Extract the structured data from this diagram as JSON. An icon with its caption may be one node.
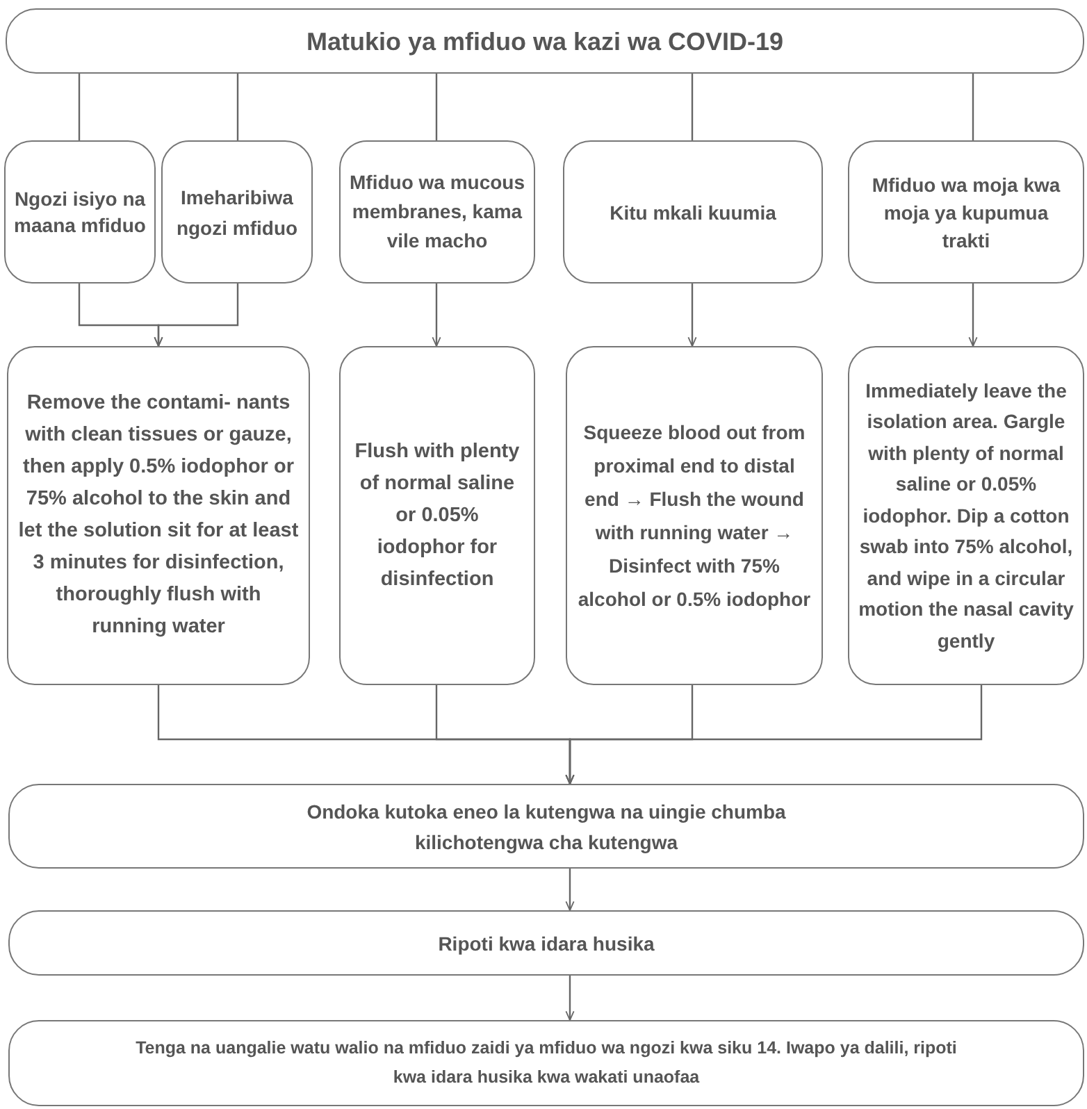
{
  "diagram": {
    "nodes": [
      {
        "text": [
          "Matukio ya mfiduo wa kazi wa COVID-19"
        ]
      },
      {
        "text": [
          "Ngozi isiyo na maana mfiduo"
        ]
      },
      {
        "text": [
          "Imeharibiwa ngozi mfiduo"
        ]
      },
      {
        "text": [
          "Mfiduo wa mucous membranes, kama vile macho"
        ]
      },
      {
        "text": [
          "Kitu mkali kuumia"
        ]
      },
      {
        "text": [
          "Mfiduo wa moja kwa moja ya kupumua trakti"
        ]
      },
      {
        "text": [
          "Remove the contami- nants with clean tissues or gauze, then apply 0.5% iodophor or 75% alcohol to the skin and let the solution sit for at least 3 minutes for disinfection, thoroughly flush with running water"
        ]
      },
      {
        "text": [
          "Flush with plenty of normal saline or 0.05% iodophor for disinfection"
        ]
      },
      {
        "text": [
          "Squeeze blood out from proximal end to distal end → Flush the wound with running water → Disinfect with 75% alcohol or 0.5% iodophor"
        ]
      },
      {
        "text": [
          "Immediately leave the isolation area. Gargle with plenty of normal saline or 0.05% iodophor. Dip a cotton swab into 75% alcohol, and wipe in a circular motion the nasal cavity gently"
        ]
      },
      {
        "text": [
          "Ondoka kutoka eneo la kutengwa na uingie chumba kilichotengwa cha kutengwa"
        ]
      },
      {
        "text": [
          "Ripoti kwa idara husika"
        ]
      },
      {
        "text": [
          "Tenga na uangalie watu walio na mfiduo zaidi ya mfiduo wa ngozi kwa siku 14. Iwapo ya dalili, ripoti kwa idara husika kwa wakati unaofaa"
        ]
      }
    ],
    "edges": [
      {
        "from": 0,
        "to": 1,
        "arrow": "none"
      },
      {
        "from": 0,
        "to": 2,
        "arrow": "none"
      },
      {
        "from": 0,
        "to": 3,
        "arrow": "none"
      },
      {
        "from": 0,
        "to": 4,
        "arrow": "none"
      },
      {
        "from": 0,
        "to": 5,
        "arrow": "none"
      },
      {
        "from": 1,
        "to": 6,
        "arrow": "to"
      },
      {
        "from": 2,
        "to": 6,
        "arrow": "to"
      },
      {
        "from": 3,
        "to": 7,
        "arrow": "to"
      },
      {
        "from": 4,
        "to": 8,
        "arrow": "to"
      },
      {
        "from": 5,
        "to": 9,
        "arrow": "to"
      },
      {
        "from": 6,
        "to": 10,
        "arrow": "to"
      },
      {
        "from": 7,
        "to": 10,
        "arrow": "to"
      },
      {
        "from": 8,
        "to": 10,
        "arrow": "to"
      },
      {
        "from": 9,
        "to": 10,
        "arrow": "to"
      },
      {
        "from": 10,
        "to": 11,
        "arrow": "to"
      },
      {
        "from": 11,
        "to": 12,
        "arrow": "to"
      }
    ]
  }
}
